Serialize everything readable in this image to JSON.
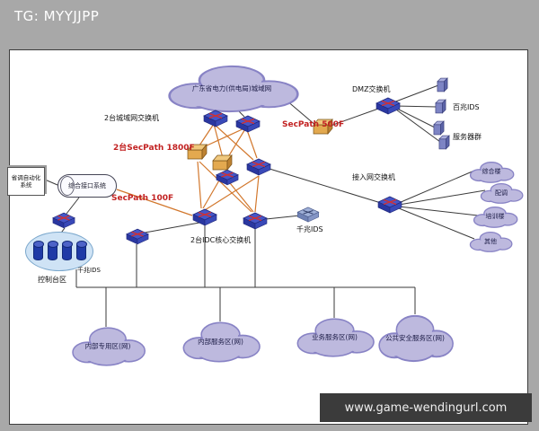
{
  "watermarks": {
    "top": "TG: MYYJJPP",
    "bottom": "www.game-wendingurl.com"
  },
  "diagram": {
    "title_cloud": "广东省电力(供电局)城域网",
    "labels": {
      "city_switches": "2台城域网交换机",
      "secpath_1800f": "2台SecPath 1800F",
      "secpath_500f": "SecPath 500F",
      "dmz_switch": "DMZ交换机",
      "ids_100m": "百兆IDS",
      "server_farm": "服务器群",
      "access_switch": "接入网交换机",
      "auto_system": "省调自动化系统",
      "interface_cylinder": "综合接口系统",
      "secpath_100f": "SecPath 100F",
      "ids_1g_left": "千兆IDS",
      "ids_1g_mid": "千兆IDS",
      "core_switches": "2台IDC核心交换机",
      "console_area": "控制台区"
    },
    "right_clouds": [
      "综合楼",
      "配调",
      "培训楼",
      "其他"
    ],
    "bottom_clouds": [
      "内部专用区(网)",
      "内部服务区(网)",
      "业务服务区(网)",
      "公共安全服务区(网)"
    ],
    "colors": {
      "red_label": "#cc2222",
      "orange_line": "#d2772c",
      "cloud_fill": "#bdb9de"
    }
  }
}
